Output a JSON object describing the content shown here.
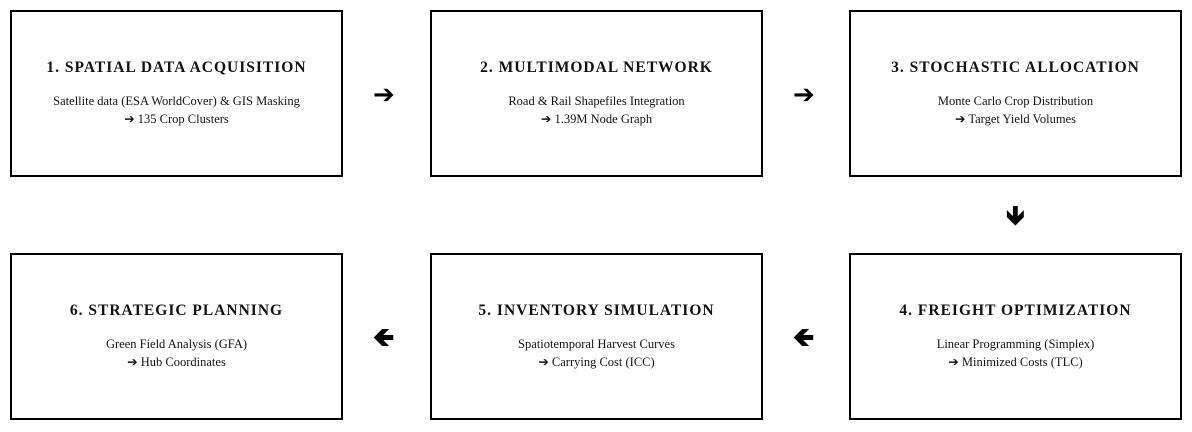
{
  "steps": [
    {
      "title": "1. SPATIAL DATA ACQUISITION",
      "line1": "Satellite data (ESA WorldCover) & GIS Masking",
      "line2": "➔ 135 Crop Clusters"
    },
    {
      "title": "2. MULTIMODAL NETWORK",
      "line1": "Road & Rail Shapefiles Integration",
      "line2": "➔ 1.39M Node Graph"
    },
    {
      "title": "3. STOCHASTIC ALLOCATION",
      "line1": "Monte Carlo Crop Distribution",
      "line2": "➔ Target Yield Volumes"
    },
    {
      "title": "4. FREIGHT OPTIMIZATION",
      "line1": "Linear Programming (Simplex)",
      "line2": "➔ Minimized Costs (TLC)"
    },
    {
      "title": "5. INVENTORY SIMULATION",
      "line1": "Spatiotemporal Harvest Curves",
      "line2": "➔ Carrying Cost (ICC)"
    },
    {
      "title": "6. STRATEGIC PLANNING",
      "line1": "Green Field Analysis (GFA)",
      "line2": "➔ Hub Coordinates"
    }
  ],
  "arrows": {
    "right": "➔",
    "down": "🡻",
    "left": "🡸"
  }
}
